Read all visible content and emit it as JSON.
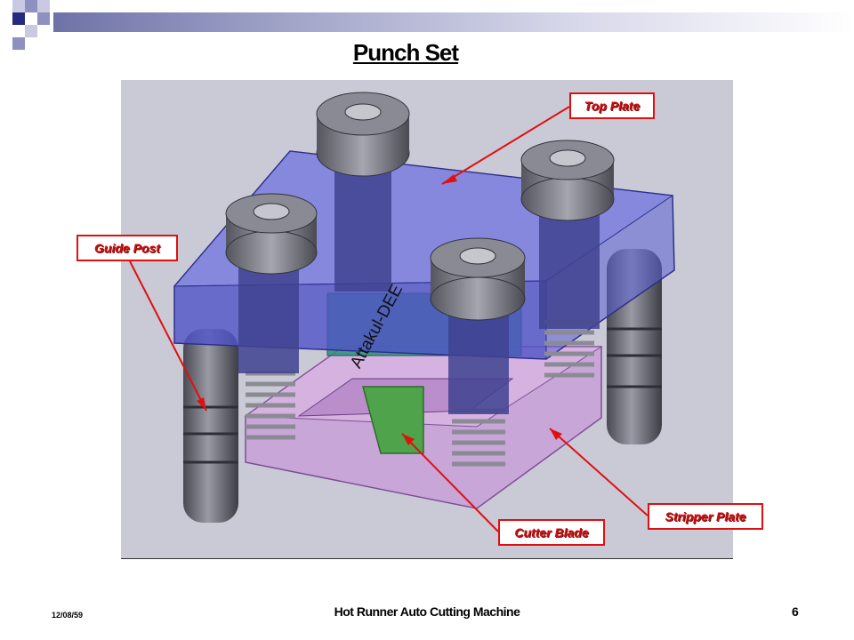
{
  "slide": {
    "title": "Punch Set",
    "footer_date": "12/08/59",
    "footer_title": "Hot Runner Auto Cutting Machine",
    "page_number": "6"
  },
  "figure": {
    "watermark": "Attakul-DEE",
    "callouts": {
      "top_plate": "Top Plate",
      "guide_post": "Guide Post",
      "stripper_plate": "Stripper Plate",
      "cutter_blade": "Cutter Blade"
    }
  },
  "colors": {
    "band": "#6f72a8",
    "callout_border": "#e01010",
    "callout_text": "#c81010",
    "figure_background": "#c9cad6",
    "top_plate": "#5b5fd6",
    "stripper_plate": "#c79ad8",
    "guide_post": "#6e6e78",
    "cutter_blade": "#4fa34a"
  }
}
